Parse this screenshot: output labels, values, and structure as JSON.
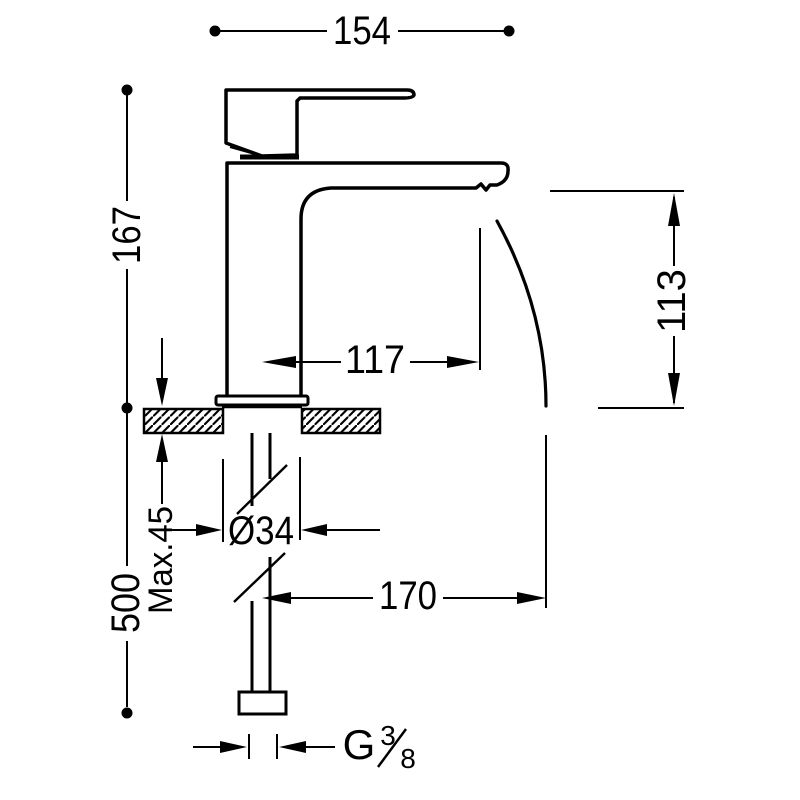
{
  "theme": {
    "ink": "#000000",
    "paper": "#ffffff"
  },
  "drawing": {
    "dimensions": {
      "overall_depth": "154",
      "height_above_deck": "167",
      "outlet_height": "113",
      "outlet_reach": "117",
      "hole_diameter": "Ø34",
      "max_deck_thickness": "Max.45",
      "hose_length": "500",
      "stream_reach": "170",
      "thread": {
        "prefix": "G",
        "numerator": "3",
        "denominator": "8"
      }
    }
  }
}
